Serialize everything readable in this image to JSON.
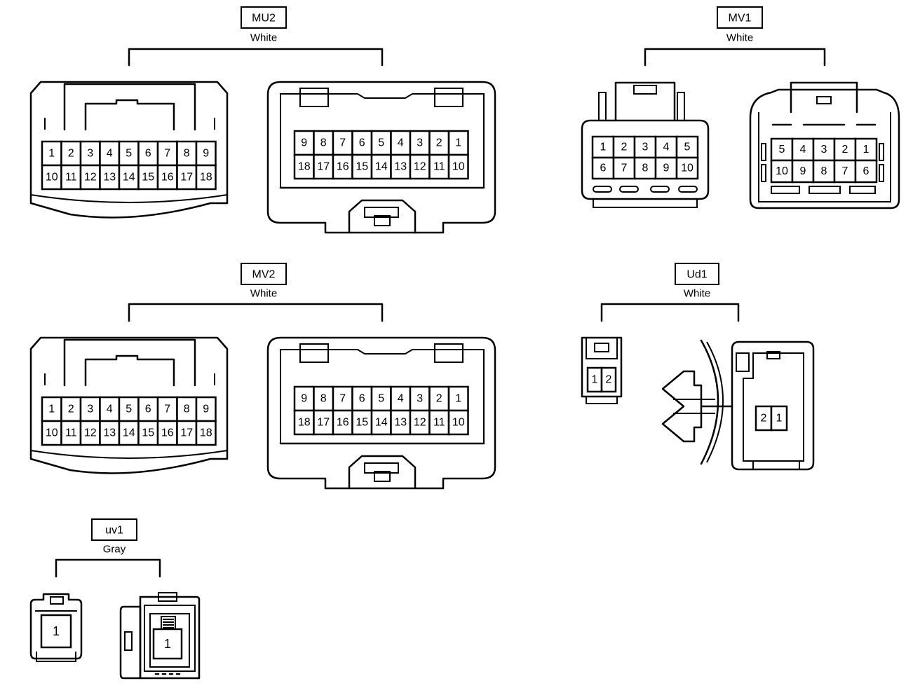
{
  "connectors": [
    {
      "id": "MU2",
      "color": "White",
      "left_rows": [
        [
          "1",
          "2",
          "3",
          "4",
          "5",
          "6",
          "7",
          "8",
          "9"
        ],
        [
          "10",
          "11",
          "12",
          "13",
          "14",
          "15",
          "16",
          "17",
          "18"
        ]
      ],
      "right_rows": [
        [
          "9",
          "8",
          "7",
          "6",
          "5",
          "4",
          "3",
          "2",
          "1"
        ],
        [
          "18",
          "17",
          "16",
          "15",
          "14",
          "13",
          "12",
          "11",
          "10"
        ]
      ]
    },
    {
      "id": "MV1",
      "color": "White",
      "left_rows": [
        [
          "1",
          "2",
          "3",
          "4",
          "5"
        ],
        [
          "6",
          "7",
          "8",
          "9",
          "10"
        ]
      ],
      "right_rows": [
        [
          "5",
          "4",
          "3",
          "2",
          "1"
        ],
        [
          "10",
          "9",
          "8",
          "7",
          "6"
        ]
      ]
    },
    {
      "id": "MV2",
      "color": "White",
      "left_rows": [
        [
          "1",
          "2",
          "3",
          "4",
          "5",
          "6",
          "7",
          "8",
          "9"
        ],
        [
          "10",
          "11",
          "12",
          "13",
          "14",
          "15",
          "16",
          "17",
          "18"
        ]
      ],
      "right_rows": [
        [
          "9",
          "8",
          "7",
          "6",
          "5",
          "4",
          "3",
          "2",
          "1"
        ],
        [
          "18",
          "17",
          "16",
          "15",
          "14",
          "13",
          "12",
          "11",
          "10"
        ]
      ]
    },
    {
      "id": "Ud1",
      "color": "White",
      "left_rows": [
        [
          "1",
          "2"
        ]
      ],
      "right_rows": [
        [
          "2",
          "1"
        ]
      ]
    },
    {
      "id": "uv1",
      "color": "Gray",
      "left_rows": [
        [
          "1"
        ]
      ],
      "right_rows": [
        [
          "1"
        ]
      ]
    }
  ]
}
